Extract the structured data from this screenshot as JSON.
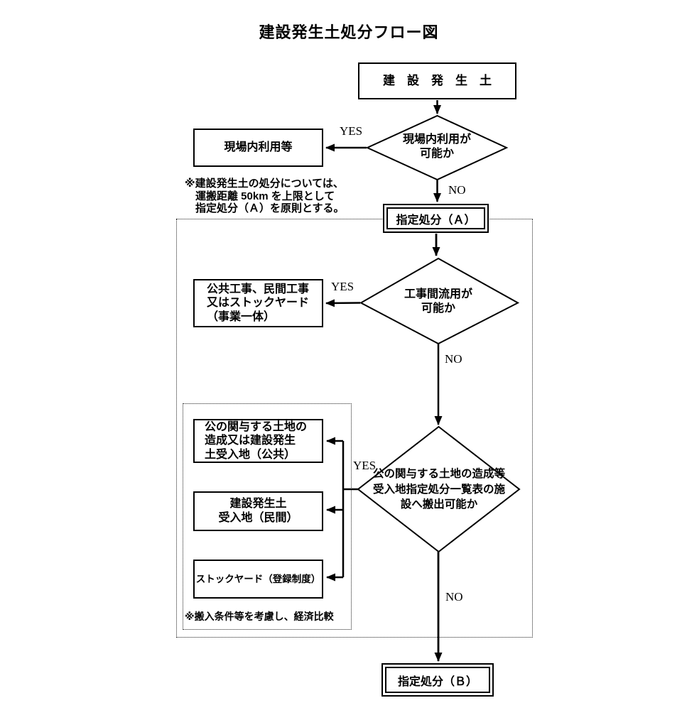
{
  "title": "建設発生土処分フロー図",
  "labels": {
    "yes": "YES",
    "no": "NO"
  },
  "nodes": {
    "start": "建　設　発　生　土",
    "decision_onsite": "現場内利用が\n可能か",
    "onsite_use": "現場内利用等",
    "designated_a": "指定処分（Ａ）",
    "decision_interproject": "工事間流用が\n可能か",
    "interproject_use": "公共工事、民間工事\n又はストックヤード\n（事業一体）",
    "decision_public_site": "公の関与する土地の造成等\n受入地指定処分一覧表の施\n設へ搬出可能か",
    "public_land": "公の関与する土地の\n造成又は建設発生\n土受入地（公共）",
    "private_land": "建設発生土\n受入地（民間）",
    "stockyard": "ストックヤード（登録制度）",
    "designated_b": "指定処分（Ｂ）"
  },
  "notes": {
    "disposal_rule": "※建設発生土の処分については、\n運搬距離 50km を上限として\n指定処分（Ａ）を原則とする。",
    "economic_comparison": "※搬入条件等を考慮し、経済比較"
  }
}
